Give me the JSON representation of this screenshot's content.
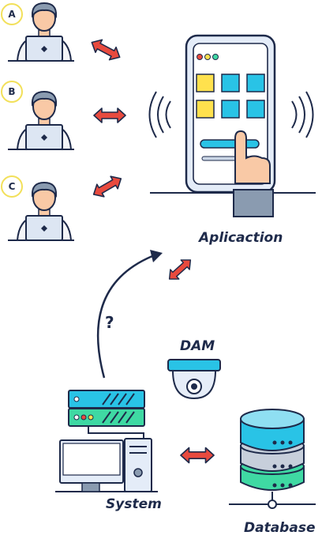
{
  "users": [
    {
      "badge": "A"
    },
    {
      "badge": "B"
    },
    {
      "badge": "C"
    }
  ],
  "labels": {
    "application": "Aplicaction",
    "dam": "DAM",
    "system": "System",
    "database": "Database",
    "question": "?"
  },
  "colors": {
    "outline": "#1e2a4a",
    "arrow_red": "#e84a3e",
    "cyan": "#29c3e6",
    "yellow": "#ffe14d",
    "green": "#3fd9a3",
    "badge_ring": "#f2e05a"
  }
}
